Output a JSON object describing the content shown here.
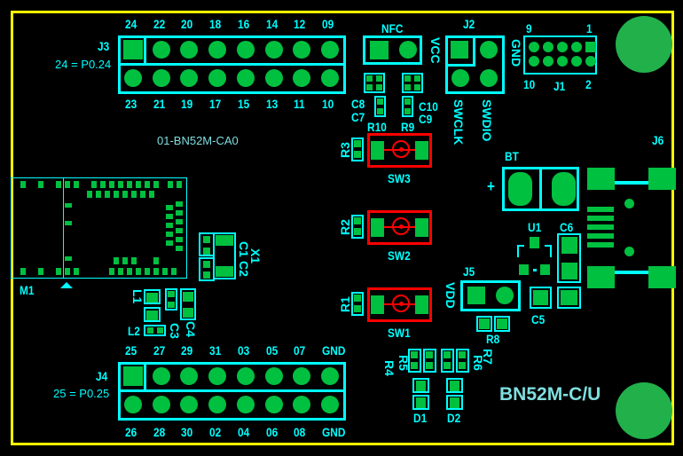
{
  "board": {
    "title": "BN52M-C/U",
    "part_number": "01-BN52M-CA0",
    "colors": {
      "outline": "#ffff00",
      "silkscreen": "#00ffff",
      "pad": "#00c040",
      "switch": "#ff0000",
      "mount_hole": "#22b04a"
    }
  },
  "j3": {
    "ref": "J3",
    "note": "24 = P0.24",
    "top_pins": [
      "24",
      "22",
      "20",
      "18",
      "16",
      "14",
      "12",
      "09"
    ],
    "bottom_pins": [
      "23",
      "21",
      "19",
      "17",
      "15",
      "13",
      "11",
      "10"
    ]
  },
  "j4": {
    "ref": "J4",
    "note": "25 = P0.25",
    "top_pins": [
      "25",
      "27",
      "29",
      "31",
      "03",
      "05",
      "07",
      "GND"
    ],
    "bottom_pins": [
      "26",
      "28",
      "30",
      "02",
      "04",
      "06",
      "08",
      "GND"
    ]
  },
  "m1": {
    "ref": "M1"
  },
  "x1": {
    "ref": "X1",
    "c1": "C1",
    "c2": "C2"
  },
  "passives_left": {
    "l1": "L1",
    "l2": "L2",
    "c3": "C3",
    "c4": "C4"
  },
  "nfc": {
    "ref": "NFC",
    "vcc": "VCC",
    "c8": "C8",
    "c7": "C7",
    "r10": "R10",
    "c10": "C10",
    "c9": "C9",
    "r9": "R9"
  },
  "j2": {
    "ref": "J2",
    "gnd": "GND",
    "swclk": "SWCLK",
    "swdio": "SWDIO"
  },
  "j1": {
    "ref": "J1",
    "pin9": "9",
    "pin1": "1",
    "pin10": "10",
    "pin2": "2"
  },
  "switches": [
    {
      "ref": "SW3",
      "resistor": "R3"
    },
    {
      "ref": "SW2",
      "resistor": "R2"
    },
    {
      "ref": "SW1",
      "resistor": "R1"
    }
  ],
  "j6": {
    "ref": "J6"
  },
  "bt": {
    "ref": "BT",
    "polarity": "+"
  },
  "power": {
    "u1": "U1",
    "c6": "C6",
    "c5": "C5"
  },
  "j5": {
    "ref": "J5",
    "vdd": "VDD",
    "r8": "R8"
  },
  "leds": {
    "r4": "R4",
    "r5": "R5",
    "r6": "R6",
    "r7": "R7",
    "d1": "D1",
    "d2": "D2"
  }
}
